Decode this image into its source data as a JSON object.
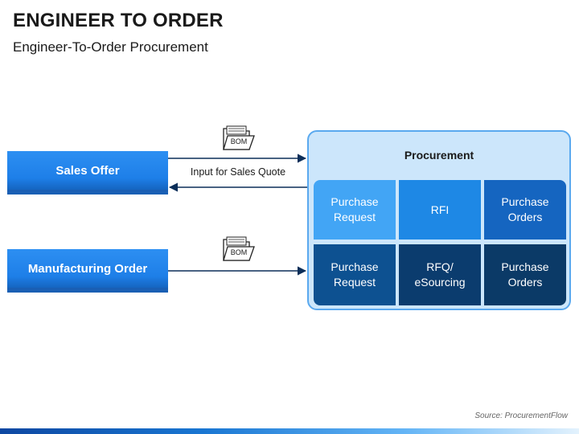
{
  "header": {
    "title": "ENGINEER TO ORDER",
    "subtitle": "Engineer-To-Order Procurement"
  },
  "left_boxes": {
    "sales_offer": "Sales Offer",
    "manufacturing_order": "Manufacturing Order"
  },
  "connectors": {
    "folder_label_top": "BOM",
    "folder_label_bottom": "BOM",
    "return_arrow_label": "Input for Sales Quote"
  },
  "procurement": {
    "title": "Procurement",
    "cells": [
      "Purchase\nRequest",
      "RFI",
      "Purchase\nOrders",
      "Purchase\nRequest",
      "RFQ/\neSourcing",
      "Purchase\nOrders"
    ]
  },
  "footer": {
    "source": "Source: ProcurementFlow"
  },
  "colors": {
    "left_box": "#1e7fe8",
    "panel_bg": "#cce6fb",
    "panel_border": "#5aa9ef",
    "row1": [
      "#42a5f5",
      "#1e88e5",
      "#1565c0"
    ],
    "row2": [
      "#0d5191",
      "#0b3c6e",
      "#0b3a67"
    ],
    "arrow": "#0b2e59"
  },
  "icons": [
    "folder-icon"
  ]
}
